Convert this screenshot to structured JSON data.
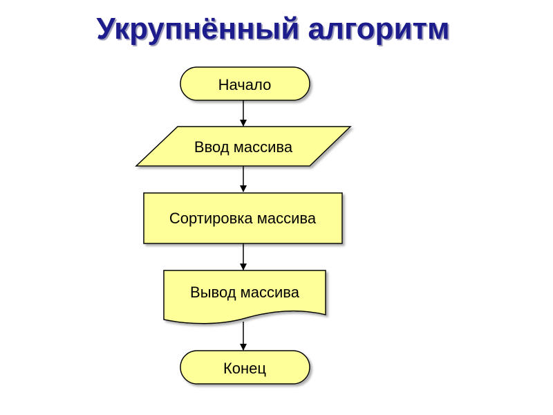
{
  "title": "Укрупнённый алгоритм",
  "colors": {
    "title": "#1c1c8c",
    "node_fill": "#ffff99",
    "node_stroke": "#000000",
    "arrow": "#000000"
  },
  "nodes": {
    "start": {
      "shape": "terminator",
      "label": "Начало"
    },
    "input": {
      "shape": "parallelogram",
      "label": "Ввод массива"
    },
    "sort": {
      "shape": "process",
      "label": "Сортировка массива"
    },
    "output": {
      "shape": "document",
      "label": "Вывод массива"
    },
    "end": {
      "shape": "terminator",
      "label": "Конец"
    }
  },
  "edges": [
    {
      "from": "start",
      "to": "input"
    },
    {
      "from": "input",
      "to": "sort"
    },
    {
      "from": "sort",
      "to": "output"
    },
    {
      "from": "output",
      "to": "end"
    }
  ]
}
